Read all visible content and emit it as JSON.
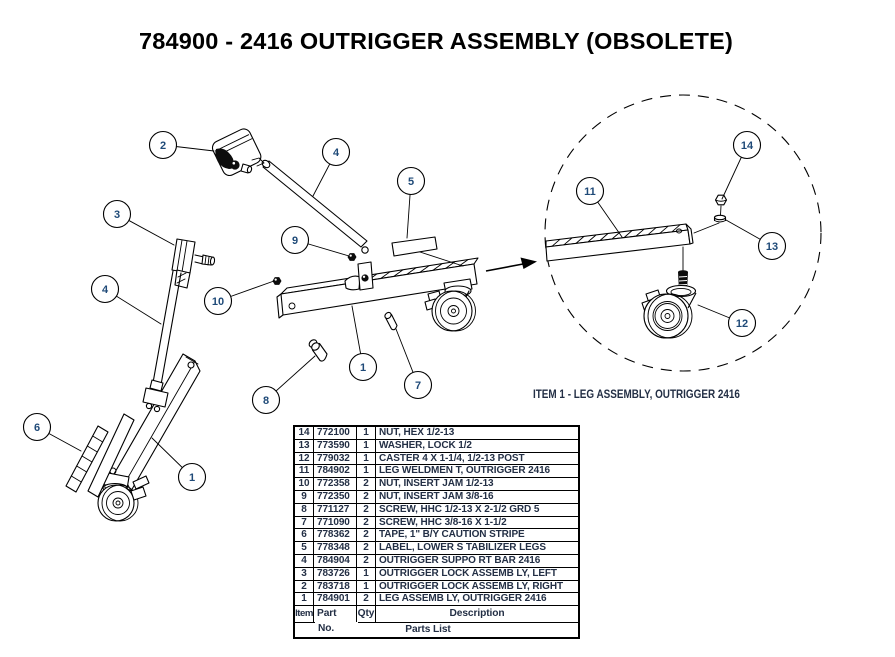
{
  "title": "784900 - 2416 OUTRIGGER ASSEMBLY (OBSOLETE)",
  "detail_caption": "ITEM 1 - LEG ASSEMBLY, OUTRIGGER 2416",
  "colors": {
    "line": "#000000",
    "callout_number": "#1f4a78",
    "table_text": "#232f45"
  },
  "callouts": {
    "lock_right": "2",
    "support_bar_upper": "4",
    "stabilizer_label": "5",
    "lock_left": "3",
    "jam_nut_38": "9",
    "jam_nut_12": "10",
    "support_bar_lower": "4",
    "beam_item": "1",
    "screw_38": "7",
    "screw_12": "8",
    "caution_tape": "6",
    "leg_item": "1",
    "leg_weldment": "11",
    "hex_nut": "14",
    "lock_washer": "13",
    "caster": "12"
  },
  "parts_table": {
    "headers": {
      "item": "Item",
      "part_line1": "Part",
      "part_line2": "No.",
      "qty": "Qty",
      "description": "Description"
    },
    "footer_label": "Parts List",
    "rows": [
      {
        "item": "14",
        "part": "772100",
        "qty": "1",
        "description": "NUT, HEX 1/2-13"
      },
      {
        "item": "13",
        "part": "773590",
        "qty": "1",
        "description": "WASHER, LOCK 1/2"
      },
      {
        "item": "12",
        "part": "779032",
        "qty": "1",
        "description": "CASTER 4 X 1-1/4, 1/2-13 POST"
      },
      {
        "item": "11",
        "part": "784902",
        "qty": "1",
        "description": "LEG WELDMEN T, OUTRIGGER 2416"
      },
      {
        "item": "10",
        "part": "772358",
        "qty": "2",
        "description": "NUT, INSERT JAM 1/2-13"
      },
      {
        "item": "9",
        "part": "772350",
        "qty": "2",
        "description": "NUT, INSERT JAM 3/8-16"
      },
      {
        "item": "8",
        "part": "771127",
        "qty": "2",
        "description": "SCREW, HHC 1/2-13 X 2-1/2 GRD 5"
      },
      {
        "item": "7",
        "part": "771090",
        "qty": "2",
        "description": "SCREW, HHC 3/8-16 X 1-1/2"
      },
      {
        "item": "6",
        "part": "778362",
        "qty": "2",
        "description": "TAPE, 1\" B/Y CAUTION STRIPE"
      },
      {
        "item": "5",
        "part": "778348",
        "qty": "2",
        "description": "LABEL, LOWER S TABILIZER LEGS"
      },
      {
        "item": "4",
        "part": "784904",
        "qty": "2",
        "description": "OUTRIGGER SUPPO RT BAR 2416"
      },
      {
        "item": "3",
        "part": "783726",
        "qty": "1",
        "description": "OUTRIGGER LOCK ASSEMB LY, LEFT"
      },
      {
        "item": "2",
        "part": "783718",
        "qty": "1",
        "description": "OUTRIGGER LOCK ASSEMB LY, RIGHT"
      },
      {
        "item": "1",
        "part": "784901",
        "qty": "2",
        "description": "LEG ASSEMB LY, OUTRIGGER 2416"
      }
    ]
  }
}
